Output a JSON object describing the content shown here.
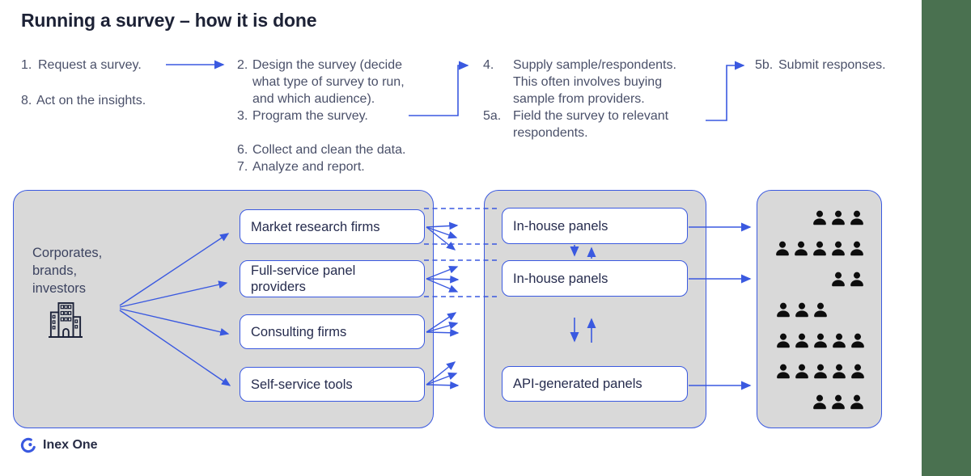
{
  "title": "Running a survey – how it is done",
  "colors": {
    "accent_blue": "#3a59e0",
    "panel_gray": "#d9d9d9",
    "dark_navy": "#1d2236",
    "body_text": "#4a5069",
    "green_band": "#4a7150",
    "person_black": "#0d0d0d"
  },
  "steps": {
    "col1": [
      {
        "num": "1.",
        "text": "Request a survey."
      },
      {
        "num": "8.",
        "text": "Act on the insights."
      }
    ],
    "col2": [
      {
        "num": "2.",
        "text": "Design the survey (decide what type of survey to run, and which audience)."
      },
      {
        "num": "3.",
        "text": "Program the survey."
      },
      {
        "num": "6.",
        "text": "Collect and clean the data."
      },
      {
        "num": "7.",
        "text": "Analyze and report."
      }
    ],
    "col3": [
      {
        "num": "4.",
        "text": "Supply sample/respondents. This often involves buying sample from providers."
      },
      {
        "num": "5a.",
        "text": "Field the survey to relevant respondents."
      }
    ],
    "col4": [
      {
        "num": "5b.",
        "text": "Submit responses."
      }
    ]
  },
  "buyers_panel": {
    "label": "Corporates,\nbrands,\ninvestors",
    "boxes": [
      "Market research firms",
      "Full-service panel providers",
      "Consulting firms",
      "Self-service tools"
    ]
  },
  "suppliers_panel": {
    "boxes": [
      "In-house panels",
      "In-house panels",
      "API-generated panels"
    ]
  },
  "respondents_panel": {
    "rows": [
      {
        "count": 3,
        "align": "right"
      },
      {
        "count": 5,
        "align": "right"
      },
      {
        "count": 2,
        "align": "right"
      },
      {
        "count": 3,
        "align": "left"
      },
      {
        "count": 5,
        "align": "left"
      },
      {
        "count": 5,
        "align": "left"
      },
      {
        "count": 3,
        "align": "right"
      }
    ]
  },
  "footer": {
    "brand": "Inex One"
  },
  "icons": {
    "building": "building-icon",
    "person": "person-icon",
    "logo": "inex-one-logo-icon"
  }
}
